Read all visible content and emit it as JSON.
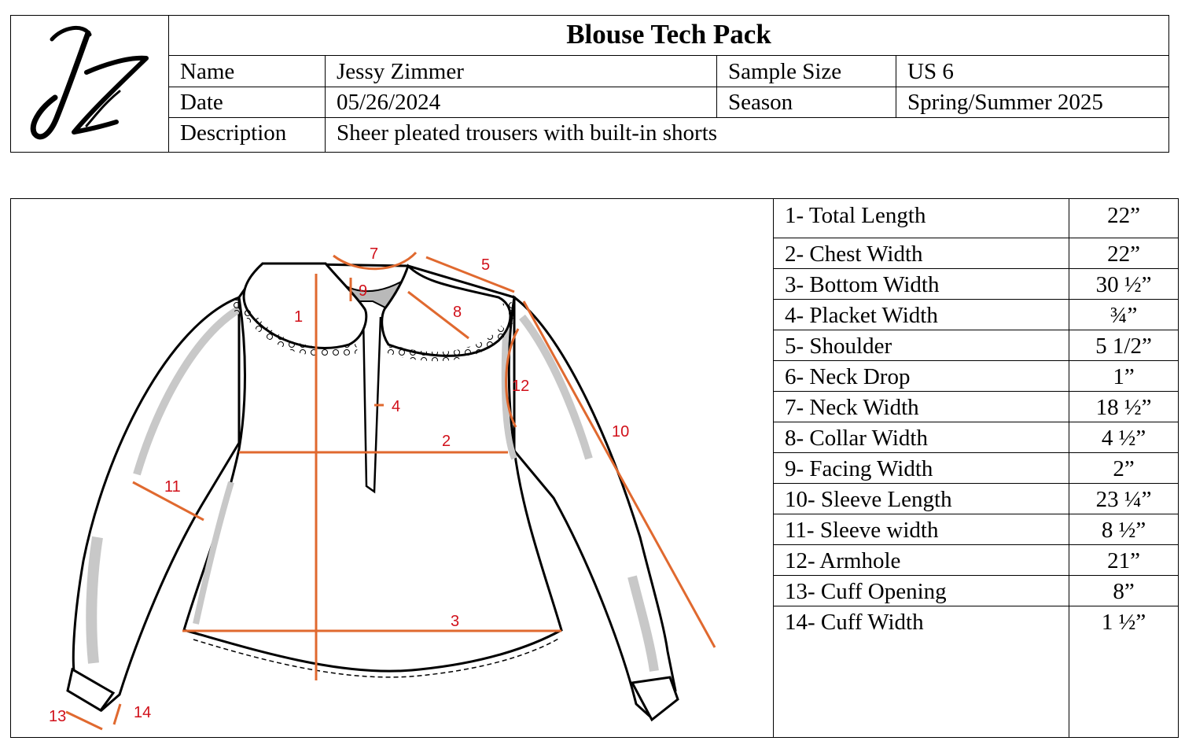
{
  "title": "Blouse Tech Pack",
  "logo": {
    "text": "JZ",
    "icon": "jz-monogram-logo"
  },
  "header": {
    "name_label": "Name",
    "name_value": "Jessy Zimmer",
    "sample_size_label": "Sample Size",
    "sample_size_value": "US 6",
    "date_label": "Date",
    "date_value": "05/26/2024",
    "season_label": "Season",
    "season_value": "Spring/Summer 2025",
    "description_label": "Description",
    "description_value": "Sheer pleated trousers with built-in shorts"
  },
  "measurements": [
    {
      "label": "1- Total Length",
      "value": "22”"
    },
    {
      "label": "2- Chest Width",
      "value": "22”"
    },
    {
      "label": "3- Bottom Width",
      "value": "30 ½”"
    },
    {
      "label": "4- Placket Width",
      "value": "¾”"
    },
    {
      "label": "5- Shoulder",
      "value": "5 1/2”"
    },
    {
      "label": "6- Neck Drop",
      "value": "1”"
    },
    {
      "label": "7- Neck Width",
      "value": "18 ½”"
    },
    {
      "label": "8- Collar Width",
      "value": "4 ½”"
    },
    {
      "label": "9- Facing Width",
      "value": "2”"
    },
    {
      "label": "10- Sleeve Length",
      "value": "23 ¼”"
    },
    {
      "label": "11- Sleeve width",
      "value": "8 ½”"
    },
    {
      "label": "12- Armhole",
      "value": "21”"
    },
    {
      "label": "13- Cuff Opening",
      "value": "8”"
    },
    {
      "label": "14- Cuff Width",
      "value": "1 ½”"
    }
  ],
  "diagram_markers": [
    "1",
    "2",
    "3",
    "4",
    "5",
    "7",
    "8",
    "9",
    "10",
    "11",
    "12",
    "13",
    "14"
  ],
  "colors": {
    "measure_line": "#e0692f",
    "marker_text": "#d1101a",
    "shading": "#c8c8c8"
  }
}
